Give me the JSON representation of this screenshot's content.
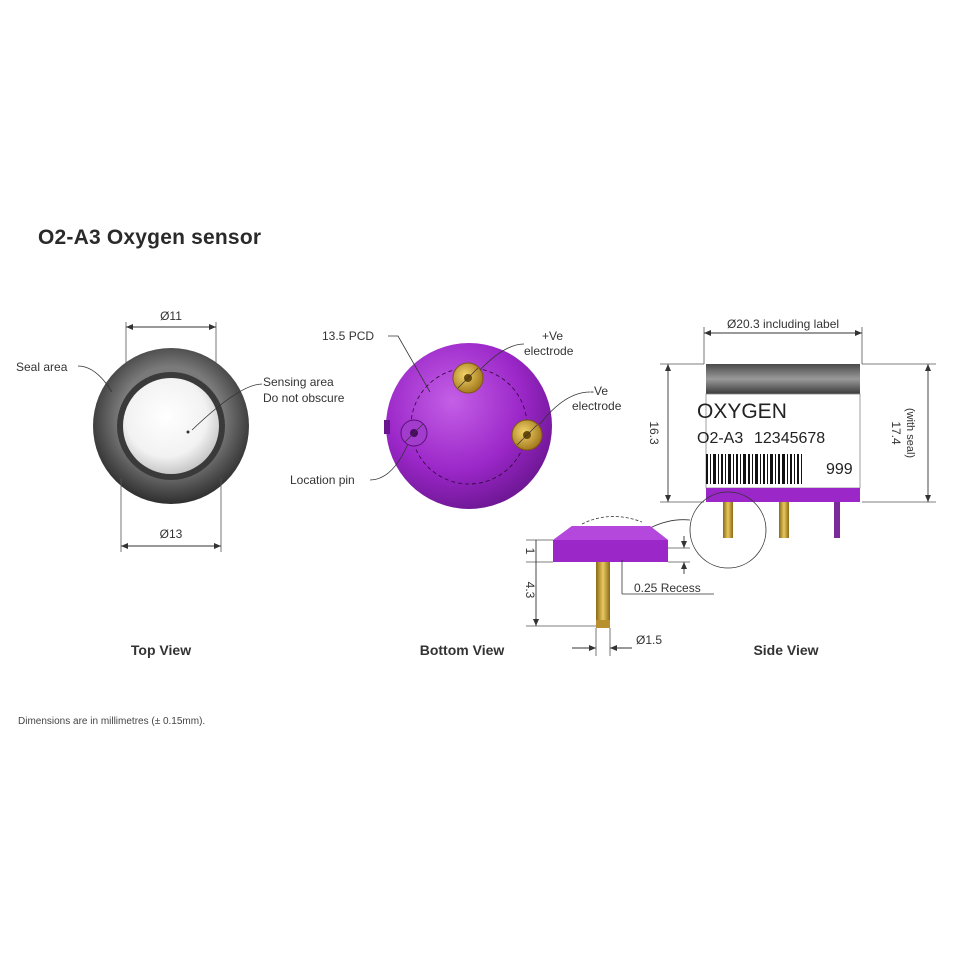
{
  "title": "O2-A3 Oxygen sensor",
  "views": {
    "top": "Top View",
    "bottom": "Bottom View",
    "side": "Side View"
  },
  "footnote": "Dimensions are in millimetres (± 0.15mm).",
  "top_view": {
    "dim_top": "Ø11",
    "dim_bottom": "Ø13",
    "seal_area": "Seal area",
    "sensing_area_1": "Sensing area",
    "sensing_area_2": "Do not obscure"
  },
  "bottom_view": {
    "pcd": "13.5 PCD",
    "pos_electrode_1": "+Ve",
    "pos_electrode_2": "electrode",
    "neg_electrode_1": "-Ve",
    "neg_electrode_2": "electrode",
    "location_pin": "Location pin"
  },
  "side_view": {
    "dim_width": "Ø20.3 including label",
    "dim_height": "16.3",
    "dim_seal_1": "17.4",
    "dim_seal_2": "(with seal)",
    "label_line1": "OXYGEN",
    "label_line2_a": "O2-A3",
    "label_line2_b": "12345678",
    "label_line3": "999"
  },
  "detail": {
    "dim_base": "1",
    "dim_pin": "4.3",
    "recess": "0.25 Recess",
    "pin_dia": "Ø1.5"
  },
  "colors": {
    "purple": "#9b27c8",
    "gold": "#c9a23a",
    "ring": "#5a5a5a"
  }
}
